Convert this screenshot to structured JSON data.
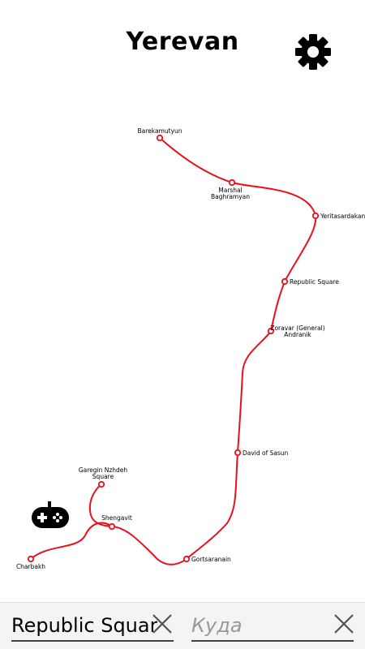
{
  "header": {
    "title": "Yerevan",
    "settings_icon": "gear-icon"
  },
  "line_color": "#e8101c",
  "stations": [
    {
      "name": "Barekamutyun"
    },
    {
      "name": "Marshal Baghramyan"
    },
    {
      "name": "Yeritasardakan"
    },
    {
      "name": "Republic Square"
    },
    {
      "name": "Zoravar (General) Andranik"
    },
    {
      "name": "David of Sasun"
    },
    {
      "name": "Gortsaranain"
    },
    {
      "name": "Shengavit"
    },
    {
      "name": "Garegin Nzhdeh Square"
    },
    {
      "name": "Charbakh"
    }
  ],
  "labels": {
    "barekamutyun": "Barekamutyun",
    "marshal_1": "Marshal",
    "marshal_2": "Baghramyan",
    "yeritasardakan": "Yeritasardakan",
    "republic": "Republic Square",
    "zoravar_1": "Zoravar (General)",
    "zoravar_2": "Andranik",
    "sasun": "David of Sasun",
    "gortsaranain": "Gortsaranain",
    "shengavit": "Shengavit",
    "garegin_1": "Garegin Nzhdeh",
    "garegin_2": "Square",
    "charbakh": "Charbakh"
  },
  "game_icon": "gamepad-icon",
  "route": {
    "from_value": "Republic Square",
    "from_placeholder": "",
    "to_value": "",
    "to_placeholder": "Куда",
    "clear_icon": "close-icon"
  }
}
